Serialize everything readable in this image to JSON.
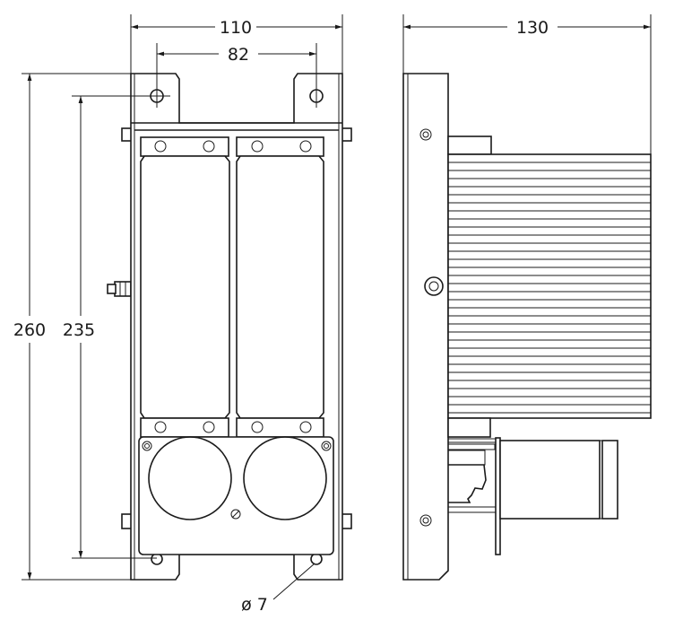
{
  "drawing": {
    "dimensions": {
      "width_front": "110",
      "hole_spacing": "82",
      "depth_side": "130",
      "height_total": "260",
      "hole_height": "235",
      "hole_diameter": "ø 7"
    },
    "views": [
      "front-view",
      "side-view"
    ]
  }
}
